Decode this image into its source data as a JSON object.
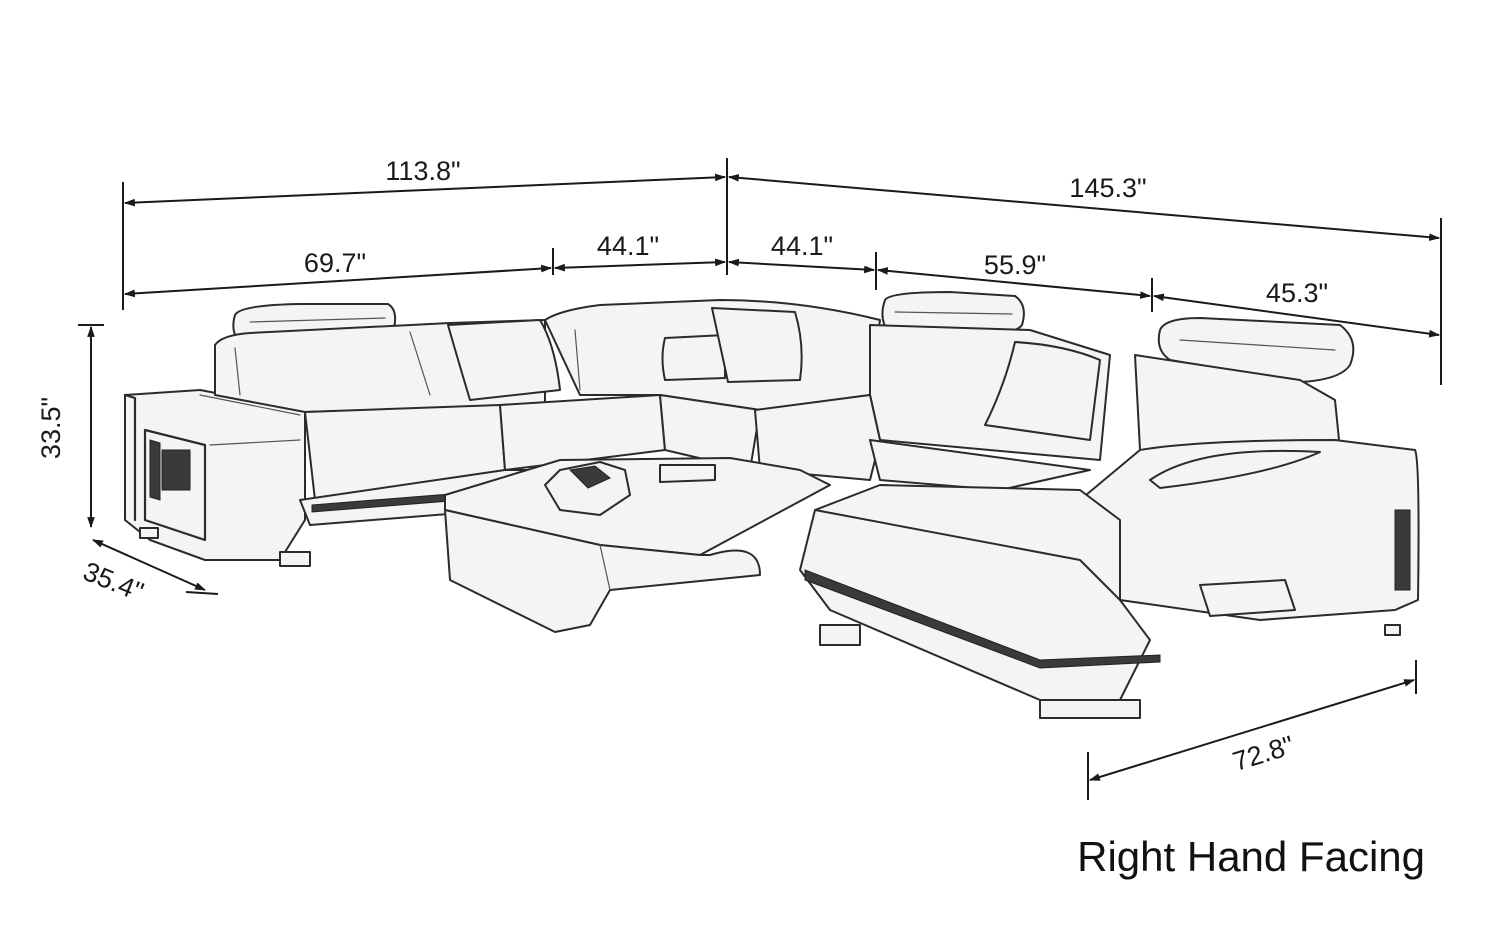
{
  "dimensions": {
    "overall_left_width": "113.8\"",
    "overall_right_width": "145.3\"",
    "left_section": "69.7\"",
    "left_corner": "44.1\"",
    "right_corner": "44.1\"",
    "middle_right_section": "55.9\"",
    "chaise_section": "45.3\"",
    "height": "33.5\"",
    "depth": "35.4\"",
    "chaise_length": "72.8\""
  },
  "caption": "Right Hand Facing"
}
